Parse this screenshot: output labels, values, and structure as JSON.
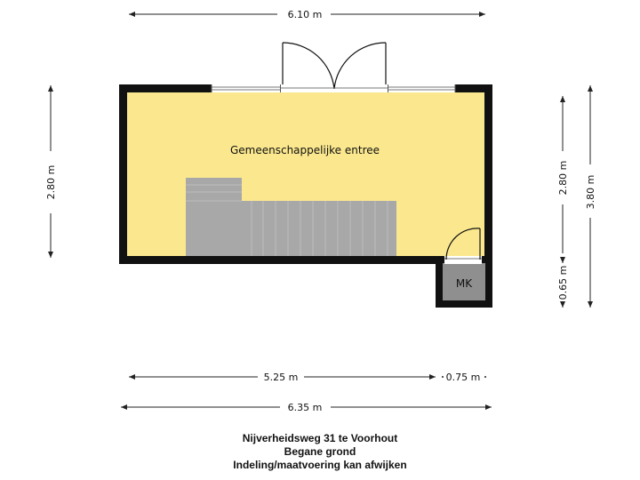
{
  "room": {
    "label": "Gemeenschappelijke entree",
    "floor_color": "#fbe88e"
  },
  "meter_cupboard": {
    "label": "MK",
    "fill_color": "#8f8f8f"
  },
  "dimensions": {
    "top_width": "6.10 m",
    "left_height": "2.80 m",
    "right_inner_height": "2.80 m",
    "right_cupboard_height": "0.65 m",
    "right_total_height": "3.80 m",
    "bottom_left": "5.25 m",
    "bottom_right": "0.75 m",
    "bottom_total": "6.35 m"
  },
  "footer": {
    "address": "Nijverheidsweg 31 te Voorhout",
    "floor": "Begane grond",
    "disclaimer": "Indeling/maatvoering kan afwijken"
  },
  "colors": {
    "wall": "#111111",
    "stairs": "#a8a8a8",
    "dimension_line": "#222222"
  }
}
